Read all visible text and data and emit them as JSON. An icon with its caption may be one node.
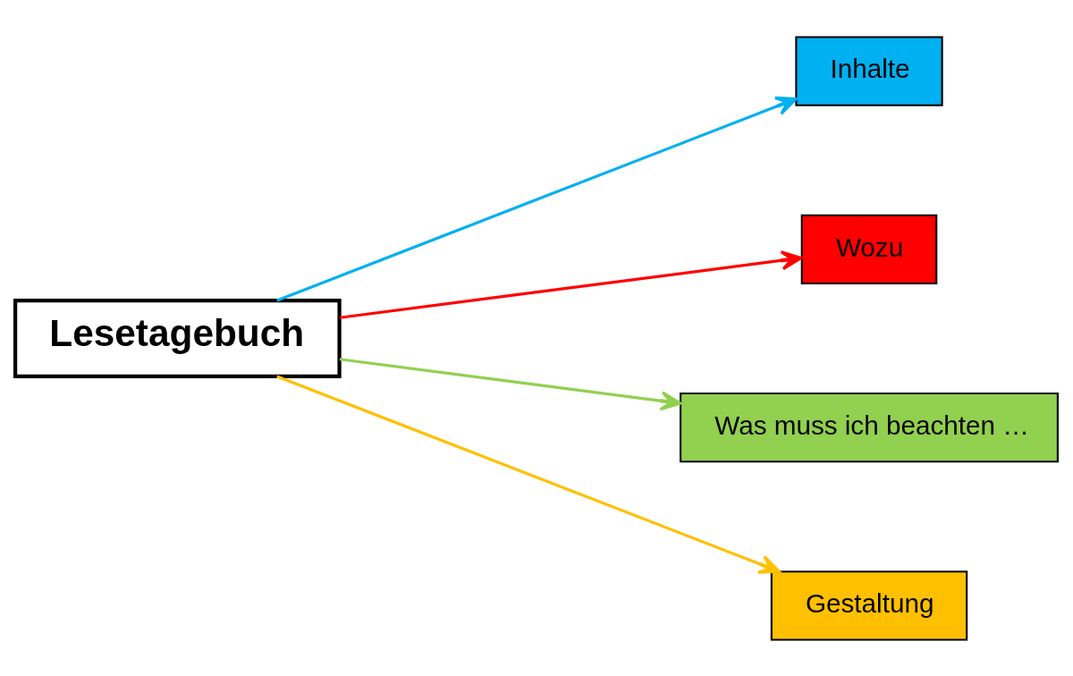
{
  "diagram": {
    "nodes": [
      {
        "text": [
          "Lesetagebuch"
        ]
      },
      {
        "text": [
          "Inhalte"
        ]
      },
      {
        "text": [
          "Wozu"
        ]
      },
      {
        "text": [
          "Was muss ich beachten …"
        ]
      },
      {
        "text": [
          "Gestaltung"
        ]
      }
    ],
    "edges": [
      {
        "from": 0,
        "to": 1,
        "arrow": "to",
        "color": "#00b0f0"
      },
      {
        "from": 0,
        "to": 2,
        "arrow": "to",
        "color": "#ff0000"
      },
      {
        "from": 0,
        "to": 3,
        "arrow": "to",
        "color": "#92d050"
      },
      {
        "from": 0,
        "to": 4,
        "arrow": "to",
        "color": "#ffc000"
      }
    ]
  }
}
